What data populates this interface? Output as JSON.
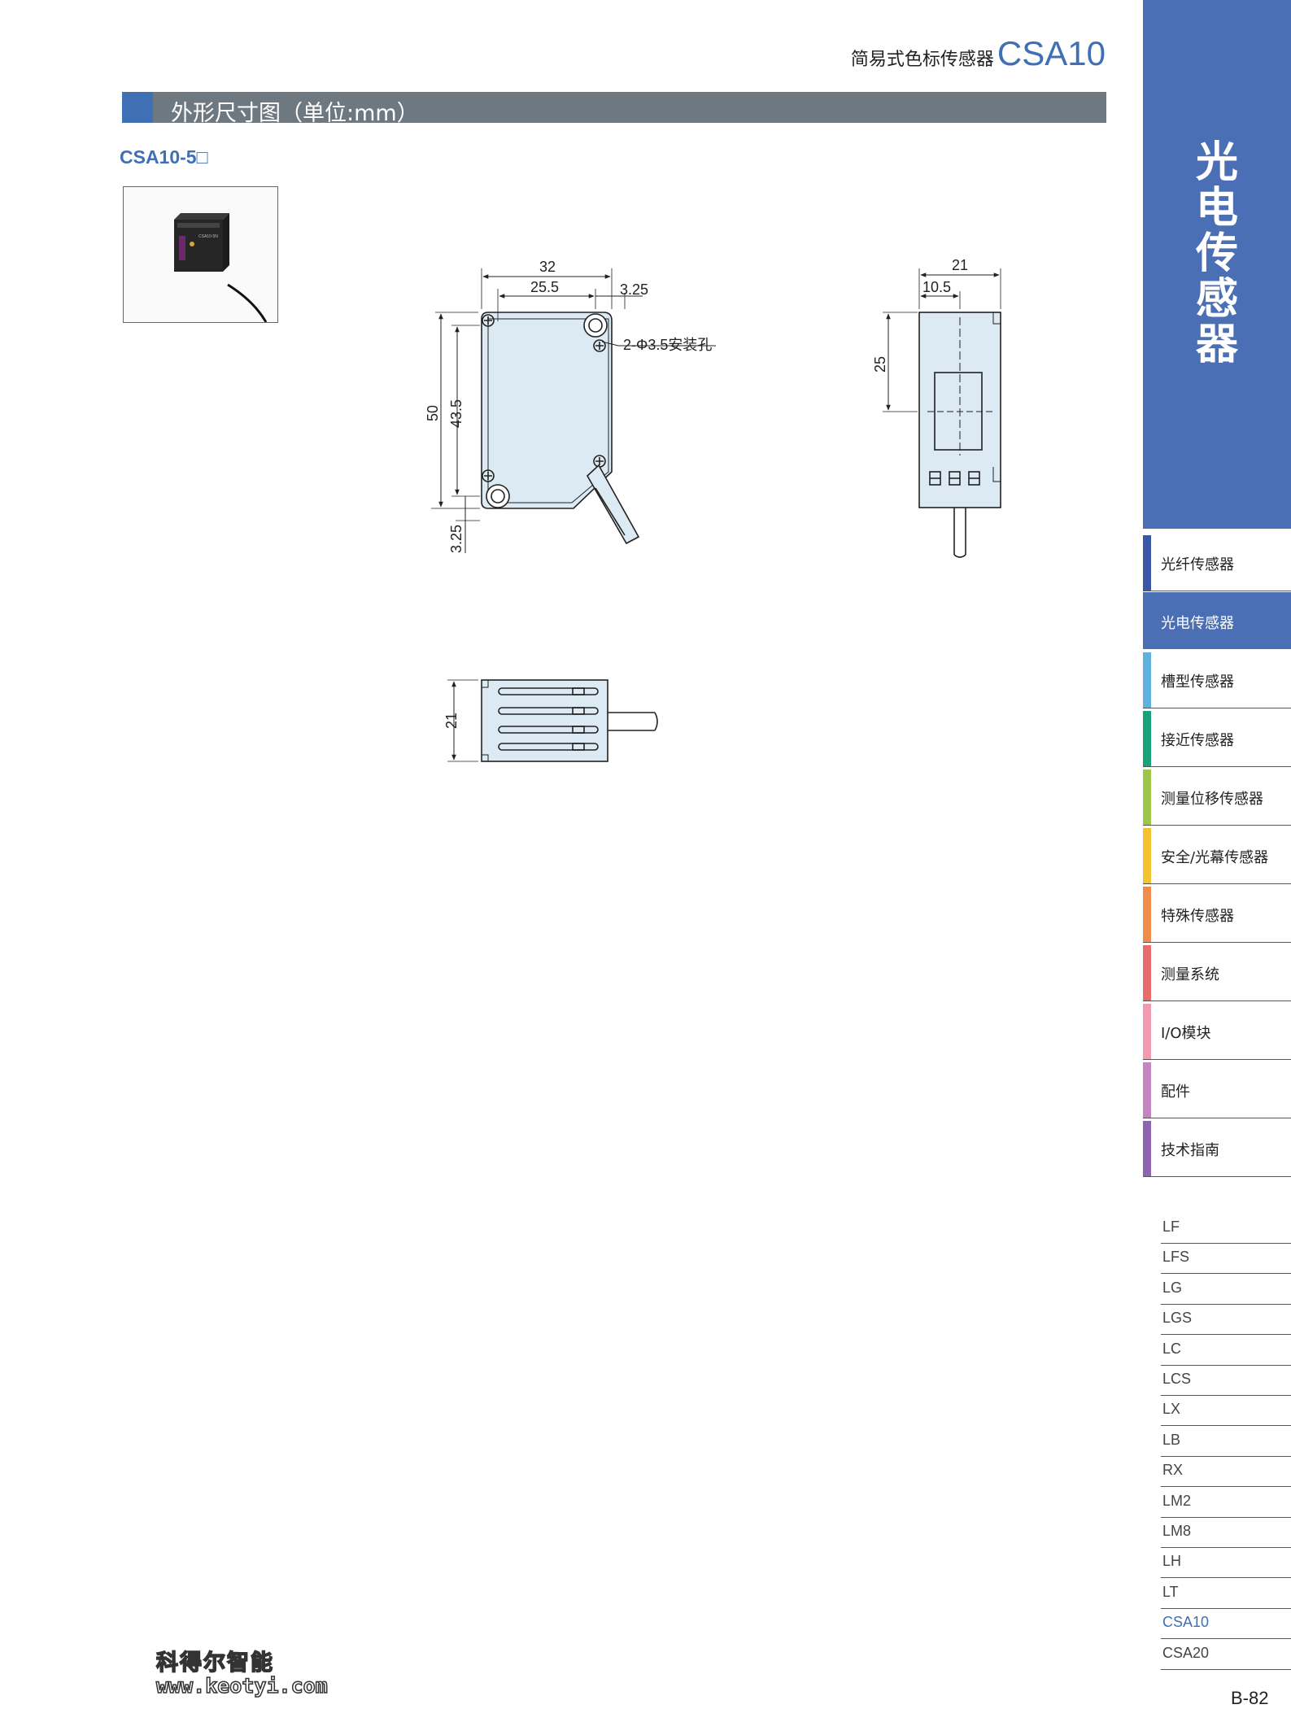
{
  "header": {
    "subtitle": "简易式色标传感器",
    "model": "CSA10"
  },
  "section": {
    "title": "外形尺寸图（单位:mm）"
  },
  "product": {
    "model_label": "CSA10-5□",
    "photo_print": "CSA10-5N"
  },
  "dimensions": {
    "front": {
      "width": "32",
      "body_width": "25.5",
      "offset_right": "3.25",
      "height": "50",
      "hole_pitch": "43.5",
      "offset_bottom": "3.25",
      "hole_note": "2-Φ3.5安装孔"
    },
    "side": {
      "width": "21",
      "optic_offset": "10.5",
      "optic_height": "25"
    },
    "bottom": {
      "depth": "21"
    }
  },
  "sidebar": {
    "big_title": [
      "光",
      "电",
      "传",
      "感",
      "器"
    ],
    "categories": [
      {
        "label": "光纤传感器",
        "color": "#3a56a6",
        "active": false
      },
      {
        "label": "光电传感器",
        "color": "#4a6fb4",
        "active": true
      },
      {
        "label": "槽型传感器",
        "color": "#5fb2e0",
        "active": false
      },
      {
        "label": "接近传感器",
        "color": "#1aa178",
        "active": false
      },
      {
        "label": "测量位移传感器",
        "color": "#9dc74a",
        "active": false
      },
      {
        "label": "安全/光幕传感器",
        "color": "#f4c22e",
        "active": false
      },
      {
        "label": "特殊传感器",
        "color": "#ef8d4a",
        "active": false
      },
      {
        "label": "测量系统",
        "color": "#ea6b6b",
        "active": false
      },
      {
        "label": "I/O模块",
        "color": "#f19ab0",
        "active": false
      },
      {
        "label": "配件",
        "color": "#c486c0",
        "active": false
      },
      {
        "label": "技术指南",
        "color": "#8e63b0",
        "active": false
      }
    ],
    "products": [
      "LF",
      "LFS",
      "LG",
      "LGS",
      "LC",
      "LCS",
      "LX",
      "LB",
      "RX",
      "LM2",
      "LM8",
      "LH",
      "LT",
      "CSA10",
      "CSA20"
    ],
    "current_product": "CSA10"
  },
  "watermark": {
    "line1": "科得尔智能",
    "line2": "www.keotyi.com"
  },
  "page_number": "B-82"
}
